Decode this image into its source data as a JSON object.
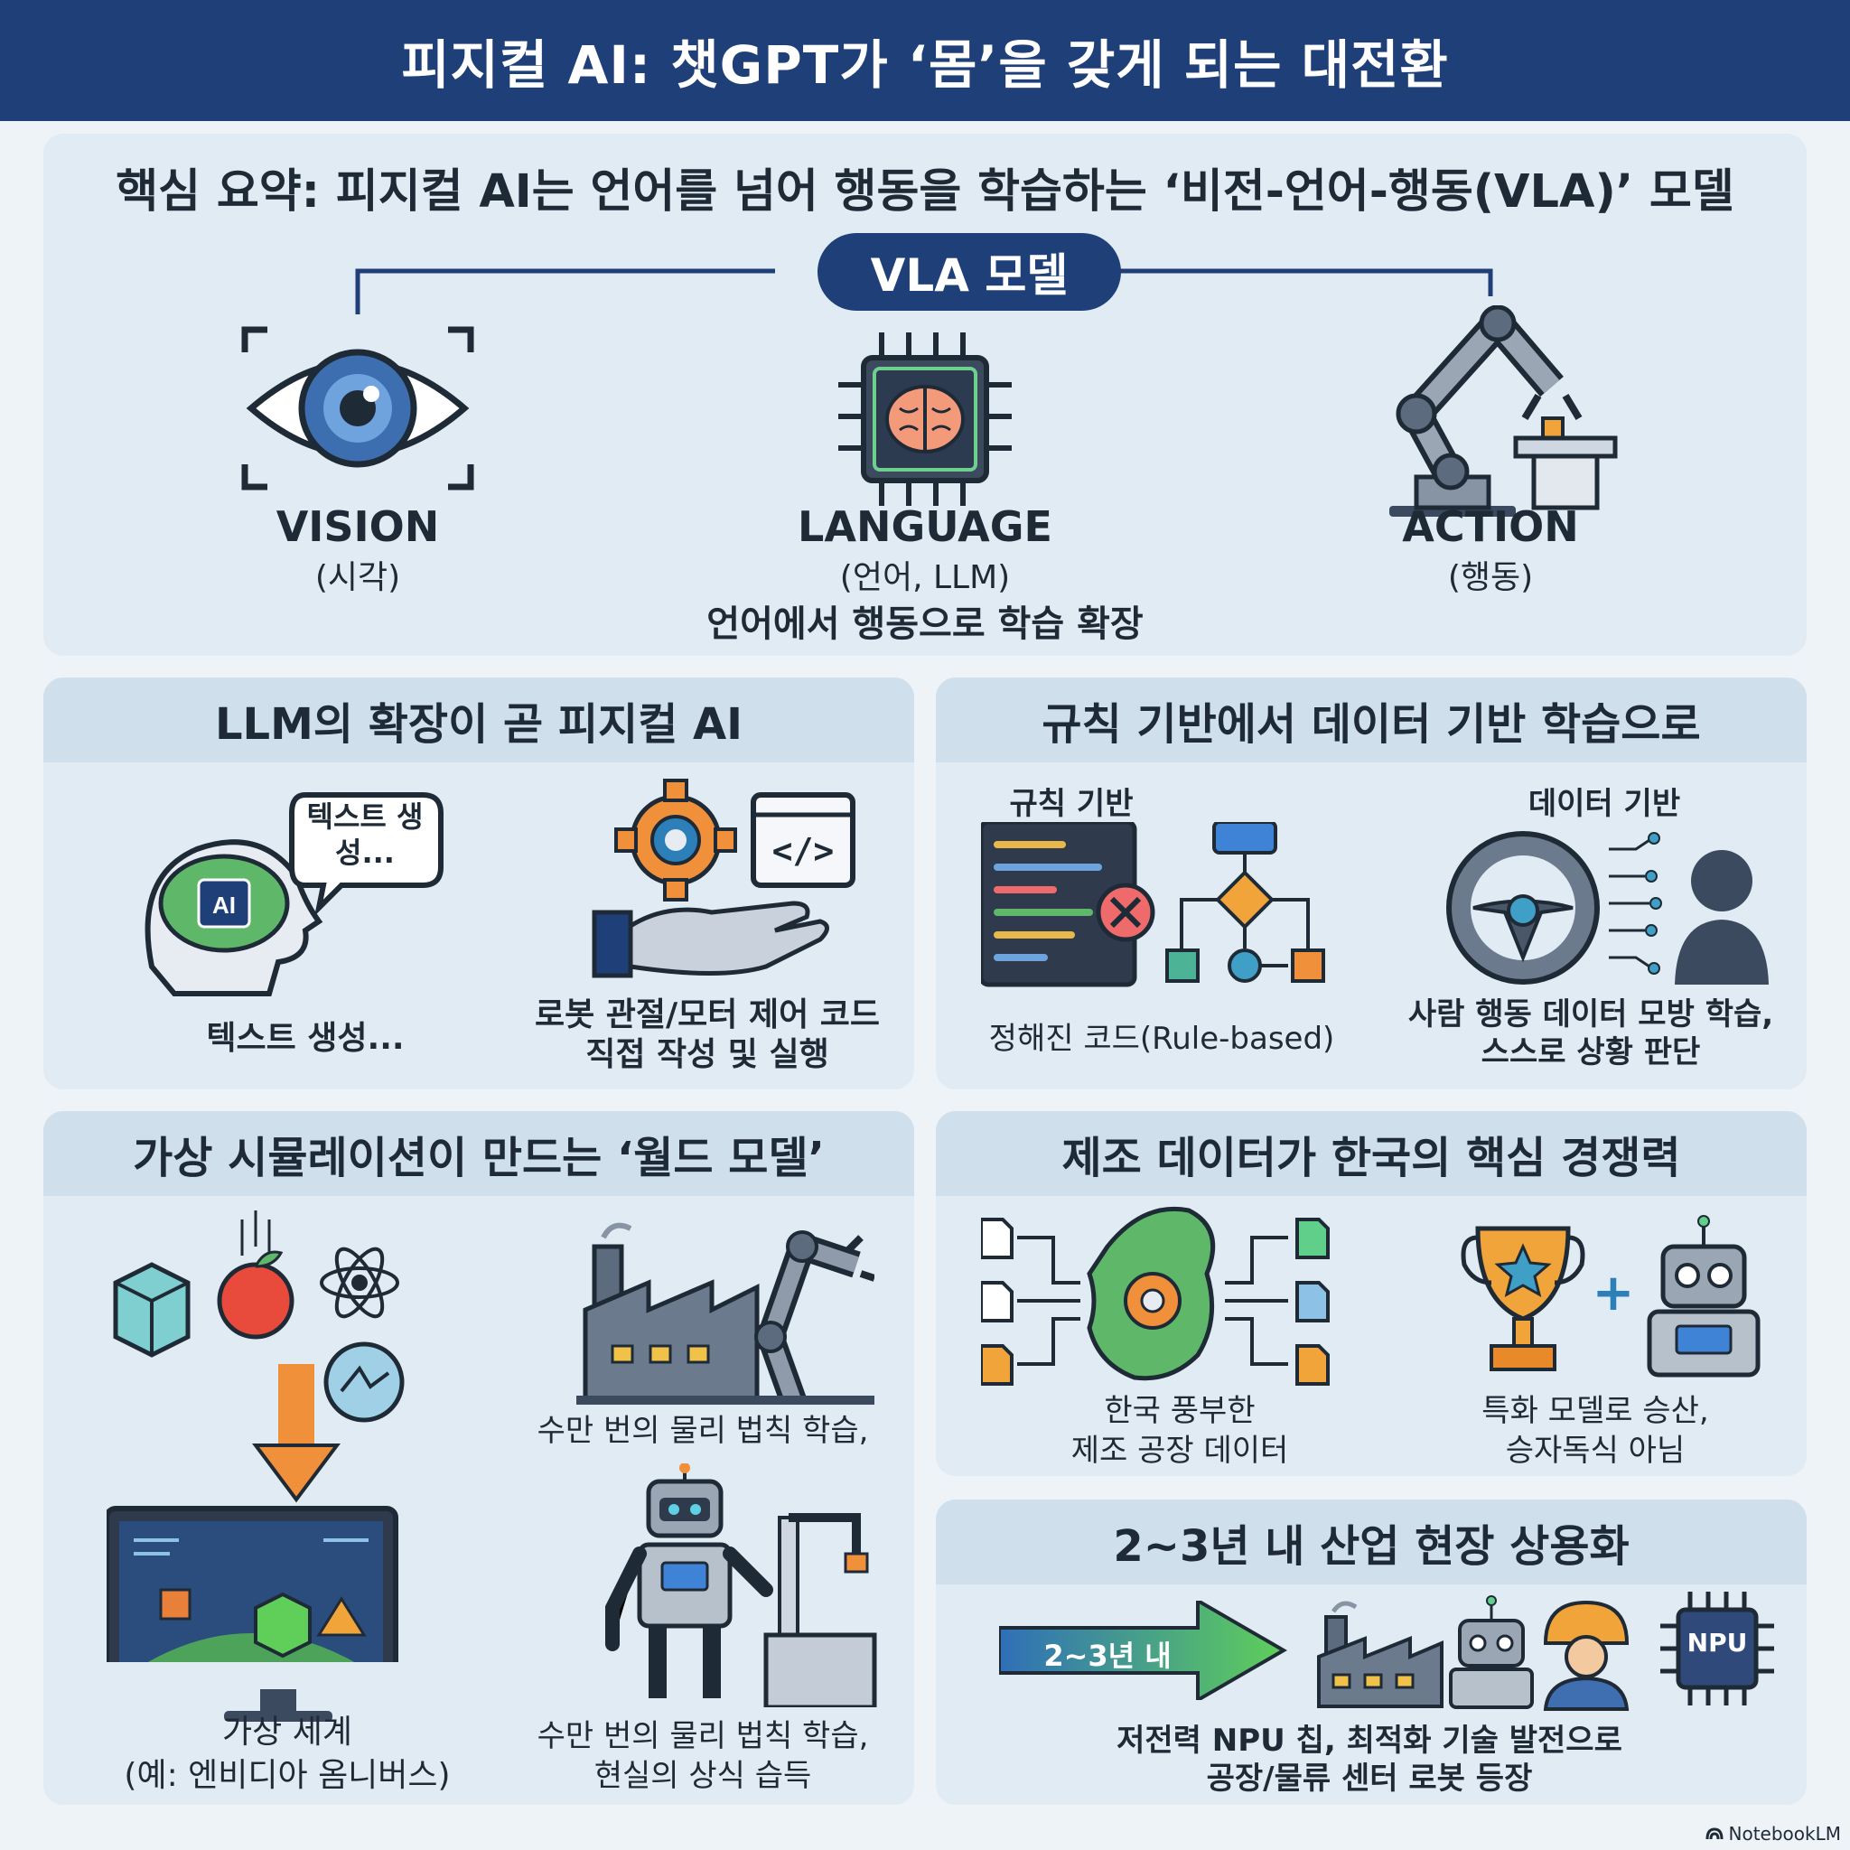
{
  "header": {
    "title": "피지컬 AI: 챗GPT가 ‘몸’을 갖게 되는 대전환"
  },
  "summary": {
    "title": "핵심 요약: 피지컬 AI는 언어를 넘어 행동을 학습하는 ‘비전-언어-행동(VLA)’ 모델",
    "vla_label": "VLA 모델",
    "items": [
      {
        "title": "VISION",
        "sub": "(시각)"
      },
      {
        "title": "LANGUAGE",
        "sub": "(언어, LLM)",
        "note": "언어에서 행동으로 학습 확장"
      },
      {
        "title": "ACTION",
        "sub": "(행동)"
      }
    ]
  },
  "llm": {
    "title": "LLM의 확장이 곧 피지컬 AI",
    "bubble": "텍스트 생성...",
    "head_label": "AI",
    "left_caption": "텍스트 생성...",
    "right_caption_1": "로봇 관절/모터 제어 코드",
    "right_caption_2": "직접 작성 및 실행"
  },
  "rules": {
    "title": "규칙 기반에서 데이터 기반 학습으로",
    "left_label": "규칙 기반",
    "right_label": "데이터 기반",
    "left_caption": "정해진 코드(Rule-based)",
    "right_caption_1": "사람 행동 데이터 모방 학습,",
    "right_caption_2": "스스로 상황 판단"
  },
  "world": {
    "title": "가상 시뮬레이션이 만드는 ‘월드 모델’",
    "caption_top": "수만 번의 물리 법칙 학습,",
    "caption_left_1": "가상 세계",
    "caption_left_2": "(예: 엔비디아 옴니버스)",
    "caption_bottom_1": "수만 번의 물리 법칙 학습,",
    "caption_bottom_2": "현실의 상식 습득"
  },
  "korea": {
    "title": "제조 데이터가 한국의 핵심 경쟁력",
    "left_caption_1": "한국 풍부한",
    "left_caption_2": "제조 공장 데이터",
    "right_caption_1": "특화 모델로 승산,",
    "right_caption_2": "승자독식 아님"
  },
  "commercial": {
    "title": "2~3년 내 산업 현장 상용화",
    "arrow_label": "2~3년 내",
    "chip_label": "NPU",
    "caption_1": "저전력 NPU 칩, 최적화 기술 발전으로",
    "caption_2": "공장/물류 센터 로봇 등장"
  },
  "footer": {
    "brand": "NotebookLM"
  },
  "colors": {
    "navy": "#1e3f78",
    "panel": "#e1ebf3",
    "panel_head": "#cfdfec",
    "orange": "#f0903a",
    "green": "#4caf50"
  }
}
